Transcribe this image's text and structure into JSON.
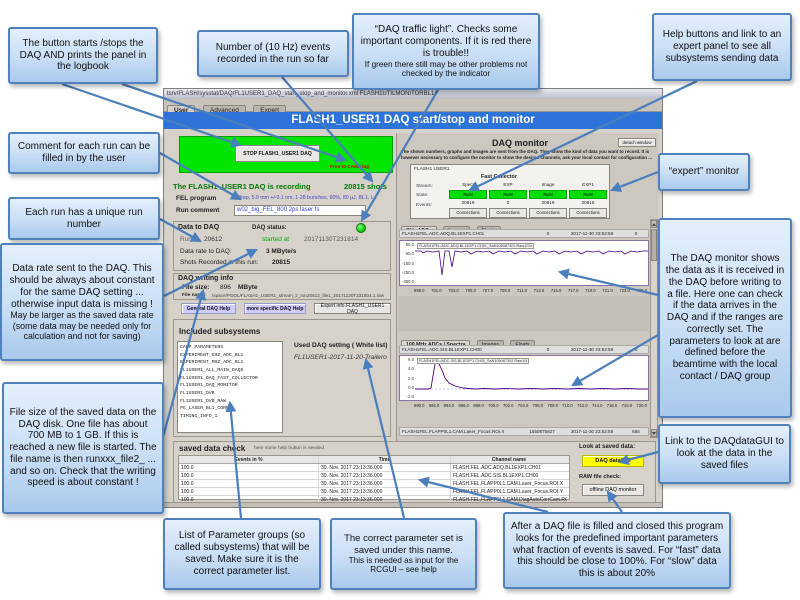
{
  "callouts": {
    "c1": "The button starts /stops the DAQ AND prints the panel in the logbook",
    "c2": "Number of (10 Hz) events recorded in the run  so far",
    "c3_main": "“DAQ traffic light”. Checks some important components.   If it is red there is trouble!!",
    "c3_small": "If green there still may be other problems not checked by the indicator",
    "c4": "Help buttons and link to an expert panel to see all subsystems  sending data",
    "c5": "Comment for each run can be filled in by the user",
    "c6": "Each run has a unique  run number",
    "c7_main": "Data rate sent to the DAQ. This should be always about constant for the same DAQ setting ... otherwise input data is missing !",
    "c7_small": "May be larger as the saved data rate (some data may be needed only for calculation and not for saving)",
    "c8": "File size of the saved data on the DAQ disk. One file has about 700 MB to 1 GB. If this is reached a new file is started. The file name is then runxxx_file2_ ... and so on. Check that the writing speed is about constant !",
    "c9": "List of Parameter groups (so called subsystems)  that will be saved. Make sure it is the correct parameter list.",
    "c10_main": "The correct parameter set is saved under this name.",
    "c10_small": "This is needed as input for the RCGUI – see help",
    "c11": "After a DAQ file is filled and closed this program looks for the predefined important parameters what fraction of events is saved. For “fast” data this should be close to 100%. For “slow” data this is about 20%",
    "c12": "“expert” monitor",
    "c13": "The DAQ monitor shows the data as it is received in the DAQ before writing to a file. Here one can check if the data arrives in the DAQ and if the ranges are correctly set. The parameters to look at are defined before the beamtime with the local contact / DAQ group",
    "c14": "Link to the DAQdataGUI to look at the data in the saved files"
  },
  "window": {
    "title": "tsrv/FLASH/sysstat/DAQ/FL1USER1_DAQ_start_stop_and_monitor.xml   FLASH1UTILMONITORBL1/",
    "tabs": [
      "User",
      "Advanced",
      "Expert"
    ],
    "header": "FLASH1_USER1 DAQ   start/stop and monitor",
    "stop_button": "STOP FLASH1_USER1 DAQ",
    "camp_log": "Print to CAMP log",
    "status_text": "The FLASH1_USER1 DAQ is recording",
    "status_shots": "20815 shots",
    "fel_program_label": "FEL program",
    "fel_program_value": "7/8rep, 5.9 mm +/-0.1 nm, 1-28 bunches, 60%, 80 µJ, BL1, L...",
    "run_comment_label": "Run comment",
    "run_comment_value": "w02_big_FEL_800 2ps laser fs",
    "data_to_daq": {
      "title": "Data to DAQ",
      "daq_status_label": "DAQ status:",
      "run_label": "Run",
      "run_number": "20612",
      "started_label": "started at",
      "started_value": "20171130T231814",
      "rate_label": "Data rate to DAQ:",
      "rate_value": "3 MByte/s",
      "shots_label": "Shots Recorded in this run:",
      "shots_value": "20815"
    },
    "writing_info": {
      "title": "DAQ writing info",
      "file_size_label": "File size:",
      "file_size_value": "896",
      "file_size_unit": "MByte",
      "file_name_label": "File name:",
      "file_name_value": "/space/POOL/FLASH1_USER1_stream_2_run20612_file1_20171130T231804.1.raw"
    },
    "help_buttons": {
      "general": "General DAQ Help",
      "specific": "more specific DAQ Help",
      "expert": "Expert info FLASH1_USER1 DAQ"
    },
    "subsystems": {
      "title": "Included subsystems",
      "items": [
        "CAMP_PARAMETERS",
        "EXPERIMENT_GHZ_ADC_BL1",
        "EXPERIMENT_MHZ_ADC_BL1",
        "FL1USER1_ALL_MAIN_DAQS",
        "FL1USER1_DAQ_FAST_COLLECTOR",
        "FL1USER1_DAQ_MONITOR",
        "FL1USER1_DVB",
        "FL1USER1_DVB_RAW",
        "PG_LASER_BL1_CORR",
        "TIMING_INFO_1"
      ],
      "setting_label": "Used DAQ setting ( White list)",
      "setting_value": "FL1USER1-2017-11-20-Trailero"
    },
    "saved_check": {
      "title": "saved data check",
      "note": "here some help button is needed",
      "columns": [
        "Events in %",
        "Time",
        "Channel name"
      ],
      "rows": [
        {
          "events": "100.0",
          "time": "30. Nov. 2017 23:13:36.000",
          "channel": "FLASH.FEL.ADC.ADQ.BL1EXP1.CH01"
        },
        {
          "events": "100.0",
          "time": "30. Nov. 2017 23:13:36.000",
          "channel": "FLASH.FEL.ADC.SIS.BL1EXP1.CH00"
        },
        {
          "events": "100.0",
          "time": "30. Nov. 2017 23:13:36.000",
          "channel": "FLASH.FEL.FLAPP0L1.CAM.Laser_Focus.ROI.X"
        },
        {
          "events": "100.0",
          "time": "30. Nov. 2017 23:13:36.000",
          "channel": "FLASH.FEL.FLAPP0L1.CAM.Laser_Focus.ROI.Y"
        },
        {
          "events": "100.0",
          "time": "30. Nov. 2017 23:13:36.000",
          "channel": "FLASH.FEL.FLAPP0L1.CAM.DiagAutoCorrCam.ROI.X"
        }
      ],
      "look_label": "Look at saved data:",
      "gui_button": "DAQ dataGUI",
      "raw_label": "RAW file check:",
      "offline_button": "offline DAQ monitor"
    },
    "monitor": {
      "title": "DAQ monitor",
      "detach": "detach window",
      "description": "The shown numbers, graphs and images are sent from the DAQ. They show the kind of data you want to record. It is however necessary to configure the monitor to show the desired channels, ask your local contact for configuration ...",
      "collector": {
        "system": "FLASH1 USER1",
        "title": "Fast Collector",
        "row_stream": "Stream:",
        "row_state": "State:",
        "row_events": "Events:",
        "columns": [
          {
            "stream": "Spect",
            "state": "RUN",
            "events": "20819",
            "btn": "Connections"
          },
          {
            "stream": "EXP",
            "state": "RUN",
            "events": "0",
            "btn": "Connections"
          },
          {
            "stream": "Image",
            "state": "RUN",
            "events": "20819",
            "btn": "Connections"
          },
          {
            "stream": "EXP1",
            "state": "RUN",
            "events": "20816",
            "btn": "Connections"
          }
        ]
      },
      "tabs1": [
        "GHz ADCs",
        "Images",
        "Floats"
      ],
      "plot1": {
        "channel": "FLASH1FEL.ADC.ADQ.BL1EXP1.CH01",
        "v1": "0",
        "time": "2017-11-30 23:52:58",
        "v2": "0",
        "legend": "FLASH1FEL/ADC.ADQ.BL1EXP1.CH01_SaN105087303 Raw1/S4",
        "yticks": [
          "50.0",
          "-50.0",
          "-150.0",
          "-250.0",
          "-350.0"
        ],
        "xticks": [
          "699.0",
          "701.0",
          "703.0",
          "705.0",
          "707.0",
          "709.0",
          "711.0",
          "713.0",
          "715.0",
          "717.0",
          "719.0",
          "721.0",
          "723.0",
          "725.0"
        ]
      },
      "tabs2": [
        "100 MHz ADCs / Spectra",
        "Images",
        "Floats"
      ],
      "plot2": {
        "channel": "FLASH1FEL.ADC.SIS.BL1EXP1.CH00",
        "v1": "0",
        "time": "2017-11-30 23:52:58",
        "v2": "0",
        "legend": "FLASH1FEL/ADC.SIS.BL1EXP1.CH00_SaN105087302 Raw1/4",
        "yticks": [
          "6.0",
          "4.0",
          "2.0",
          "0.0",
          "-2.0"
        ],
        "xticks": [
          "690.0",
          "692.0",
          "694.0",
          "696.0",
          "698.0",
          "700.0",
          "702.0",
          "704.0",
          "706.0",
          "708.0",
          "710.0",
          "712.0",
          "714.0",
          "716.0",
          "718.0",
          "720.0"
        ]
      },
      "bottom_row": {
        "channel": "FLASH1FEL.FLAPP0L1.CAM.Laser_Focus.ROI.X",
        "v1": "1550875627",
        "time": "2017-11-30 23:52:58",
        "v2": "655"
      }
    }
  }
}
